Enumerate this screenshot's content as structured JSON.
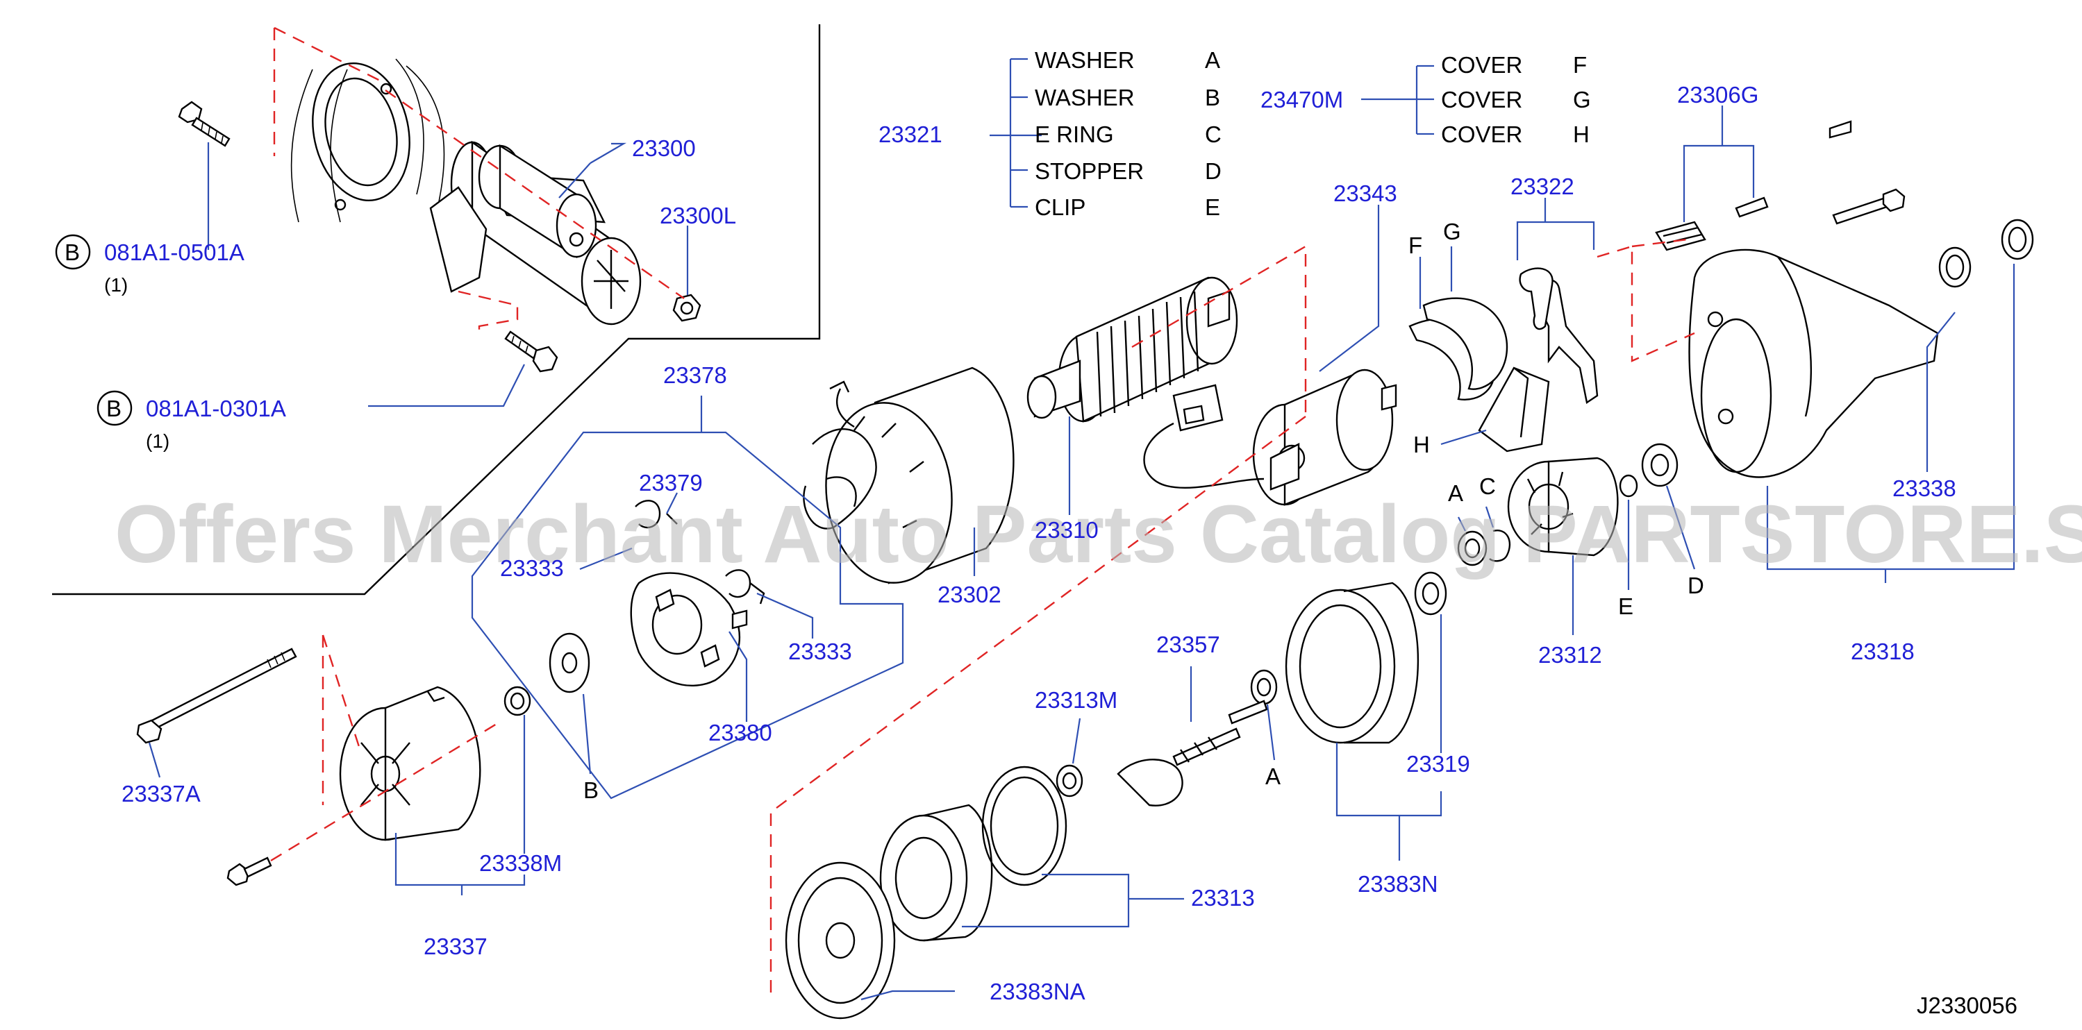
{
  "diagram_code": "J2330056",
  "watermark": "Offers Merchant Auto Parts Catalog PARTSTORE.SA",
  "kit_23321": {
    "number": "23321",
    "items": [
      {
        "name": "WASHER",
        "letter": "A"
      },
      {
        "name": "WASHER",
        "letter": "B"
      },
      {
        "name": "E RING",
        "letter": "C"
      },
      {
        "name": "STOPPER",
        "letter": "D"
      },
      {
        "name": "CLIP",
        "letter": "E"
      }
    ]
  },
  "kit_23470M": {
    "number": "23470M",
    "items": [
      {
        "name": "COVER",
        "letter": "F"
      },
      {
        "name": "COVER",
        "letter": "G"
      },
      {
        "name": "COVER",
        "letter": "H"
      }
    ]
  },
  "bolt_refs": [
    {
      "circle": "B",
      "part": "081A1-0501A",
      "qty": "(1)"
    },
    {
      "circle": "B",
      "part": "081A1-0301A",
      "qty": "(1)"
    }
  ],
  "part_numbers": {
    "p23300": "23300",
    "p23300L": "23300L",
    "p23378": "23378",
    "p23379": "23379",
    "p23333a": "23333",
    "p23333b": "23333",
    "p23380": "23380",
    "p23310": "23310",
    "p23302": "23302",
    "p23343": "23343",
    "p23322": "23322",
    "p23306G": "23306G",
    "p23338": "23338",
    "p23318": "23318",
    "p23312": "23312",
    "p23319": "23319",
    "p23383N": "23383N",
    "p23357": "23357",
    "p23313M": "23313M",
    "p23313": "23313",
    "p23383NA": "23383NA",
    "p23337A": "23337A",
    "p23338M": "23338M",
    "p23337": "23337"
  },
  "callout_letters": {
    "F": "F",
    "G": "G",
    "H": "H",
    "A_top": "A",
    "C_top": "C",
    "E_bot": "E",
    "D_bot": "D",
    "A_bot": "A",
    "B_bot": "B"
  }
}
